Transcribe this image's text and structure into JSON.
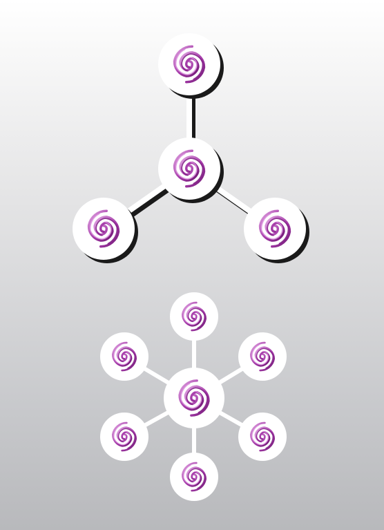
{
  "colors": {
    "swirl_light": "#d691d8",
    "swirl_dark": "#8a1f8d",
    "node_fill": "#ffffff",
    "shadow": "#1a1a1a",
    "connector": "#ffffff"
  },
  "icon": "swirl-icon",
  "diagrams": [
    {
      "name": "three-node-hub",
      "hub": "center-node",
      "spokes": [
        "top-node",
        "bottom-left-node",
        "bottom-right-node"
      ],
      "shadowed": true
    },
    {
      "name": "six-node-hub",
      "hub": "center-node",
      "spokes": [
        "top-node",
        "upper-right-node",
        "lower-right-node",
        "bottom-node",
        "lower-left-node",
        "upper-left-node"
      ],
      "shadowed": false
    }
  ]
}
